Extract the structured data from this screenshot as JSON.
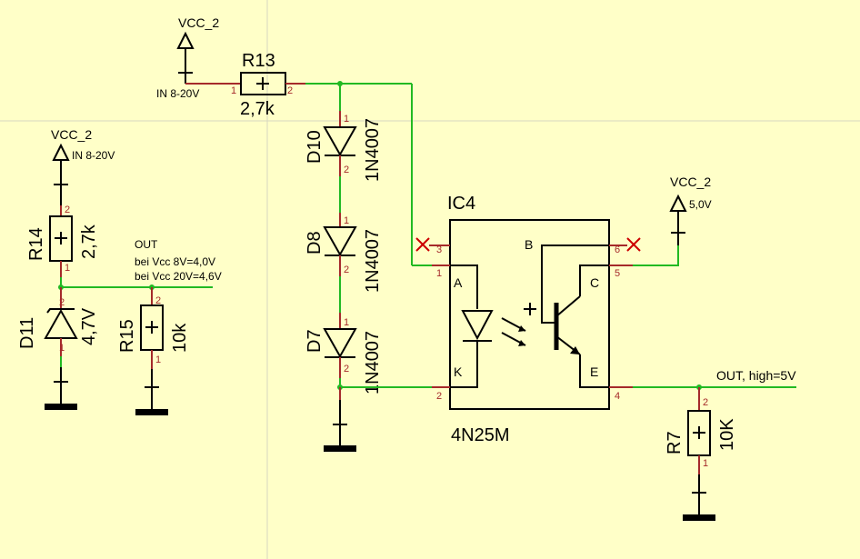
{
  "title": "",
  "colors": {
    "background": "#FFFFC8",
    "wire": "#22B922",
    "pin_lead": "#A52A2A",
    "component": "#000000",
    "no_connect": "#CC0000"
  },
  "supplies": {
    "vcc_top": {
      "net": "VCC_2",
      "note": "IN 8-20V"
    },
    "vcc_left": {
      "net": "VCC_2",
      "note": "IN 8-20V"
    },
    "vcc_right": {
      "net": "VCC_2",
      "note": "5,0V"
    }
  },
  "components": {
    "r13": {
      "ref": "R13",
      "value": "2,7k",
      "pin1": "1",
      "pin2": "2"
    },
    "d10": {
      "ref": "D10",
      "value": "1N4007",
      "pin1": "1",
      "pin2": "2"
    },
    "d8": {
      "ref": "D8",
      "value": "1N4007",
      "pin1": "1",
      "pin2": "2"
    },
    "d7": {
      "ref": "D7",
      "value": "1N4007",
      "pin1": "1",
      "pin2": "2"
    },
    "r14": {
      "ref": "R14",
      "value": "2,7k",
      "pin1": "2",
      "pin2": "1"
    },
    "d11": {
      "ref": "D11",
      "value": "4,7V",
      "pin1": "2",
      "pin2": "1"
    },
    "r15": {
      "ref": "R15",
      "value": "10k",
      "pin1": "2",
      "pin2": "1"
    },
    "r7": {
      "ref": "R7",
      "value": "10K",
      "pin1": "2",
      "pin2": "1"
    },
    "ic4": {
      "ref": "IC4",
      "part": "4N25M",
      "pin_names": {
        "a": "A",
        "k": "K",
        "b": "B",
        "c": "C",
        "e": "E"
      },
      "pins": {
        "p1": "1",
        "p2": "2",
        "p3": "3",
        "p4": "4",
        "p5": "5",
        "p6": "6"
      }
    }
  },
  "nets": {
    "out_left": {
      "line1": "OUT",
      "line2": "bei Vcc 8V=4,0V",
      "line3": "bei Vcc 20V=4,6V"
    },
    "out_right": {
      "label": "OUT, high=5V"
    }
  }
}
